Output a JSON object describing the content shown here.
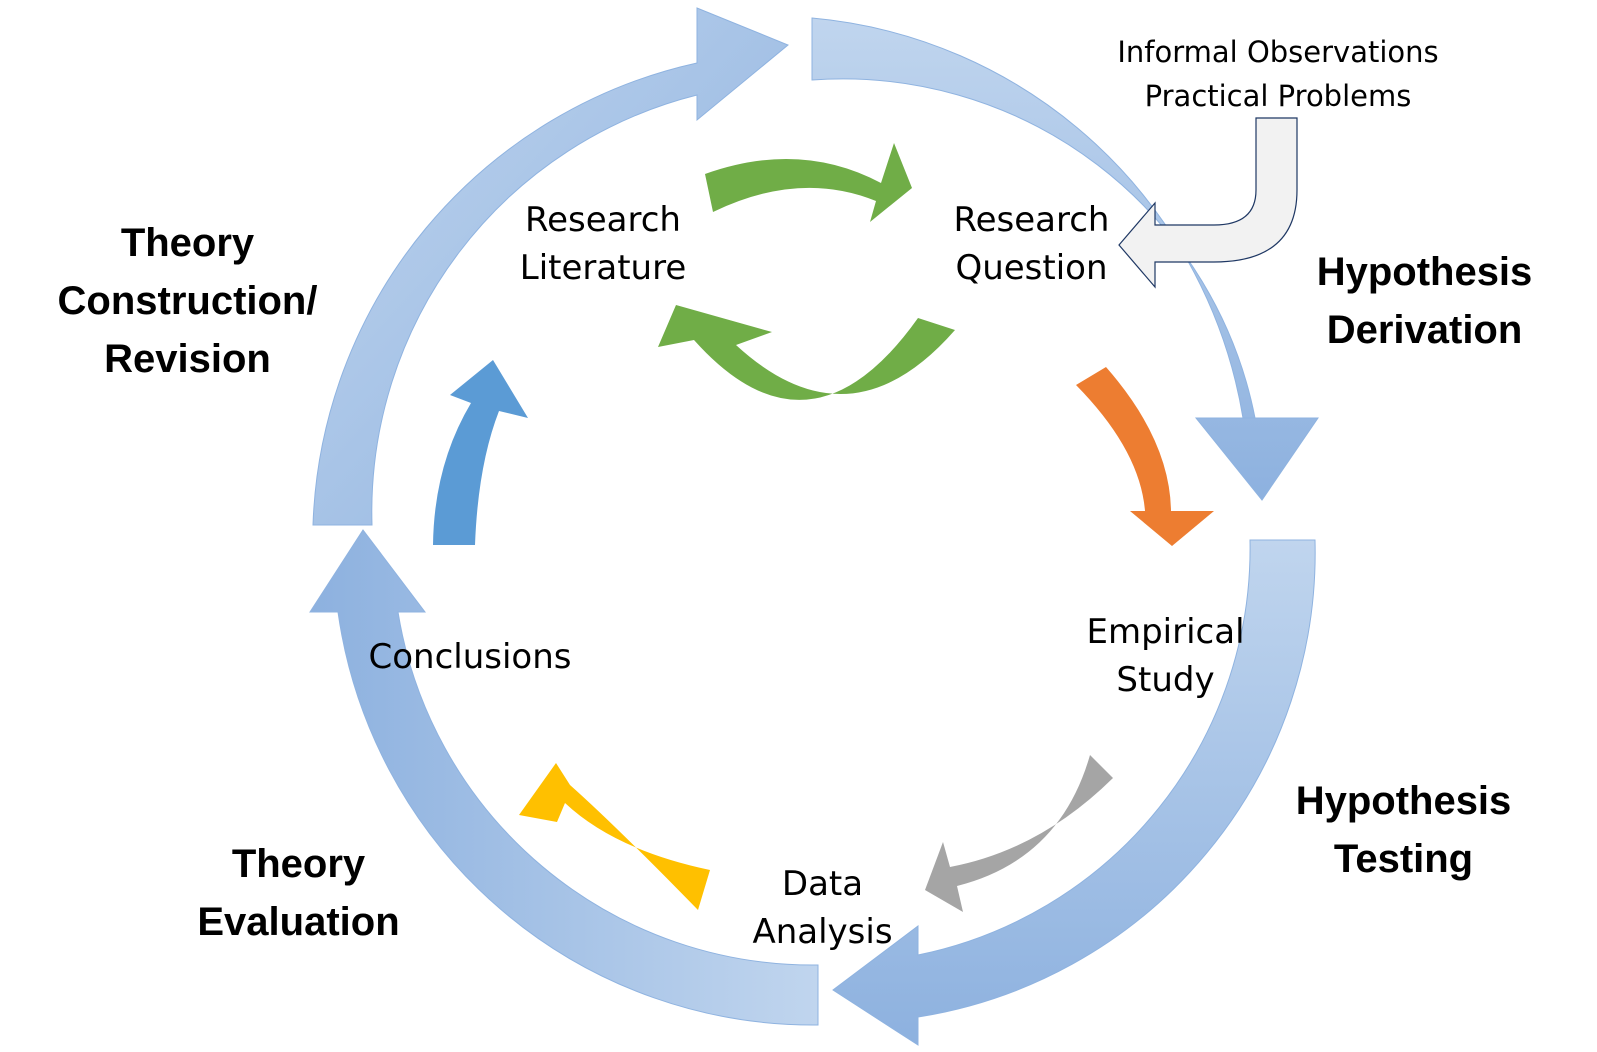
{
  "phases": {
    "theory_construction": [
      "Theory",
      "Construction/",
      "Revision"
    ],
    "hypothesis_derivation": [
      "Hypothesis",
      "Derivation"
    ],
    "hypothesis_testing": [
      "Hypothesis",
      "Testing"
    ],
    "theory_evaluation": [
      "Theory",
      "Evaluation"
    ]
  },
  "steps": {
    "research_literature": [
      "Research",
      "Literature"
    ],
    "research_question": [
      "Research",
      "Question"
    ],
    "empirical_study": [
      "Empirical",
      "Study"
    ],
    "data_analysis": [
      "Data",
      "Analysis"
    ],
    "conclusions": "Conclusions"
  },
  "inputs": {
    "informal_observations": "Informal Observations",
    "practical_problems": "Practical Problems"
  },
  "colors": {
    "outer_cycle_light": "#bcd2ec",
    "outer_cycle_dark": "#8fb3e0",
    "green": "#70ad47",
    "orange": "#ed7d31",
    "gray": "#a5a5a5",
    "yellow": "#ffc000",
    "blue": "#5b9bd5",
    "input_arrow_fill": "#f2f2f2",
    "input_arrow_stroke": "#1f3864"
  }
}
